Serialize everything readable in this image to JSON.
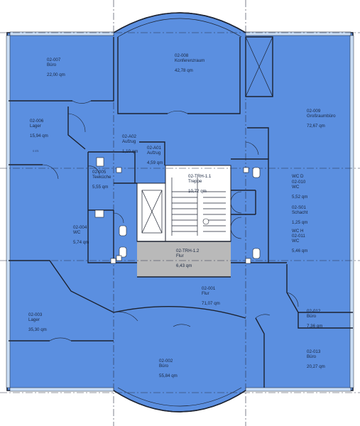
{
  "plan": {
    "colors": {
      "room_fill": "#5b8fe0",
      "core_fill": "#b9b9b9",
      "wall": "#1c2230",
      "window": "#c9ddf5",
      "background": "#ffffff"
    },
    "rooms": [
      {
        "key": "r007",
        "id": "02-007",
        "name": "Büro",
        "area": "22,00 qm"
      },
      {
        "key": "r008",
        "id": "02-008",
        "name": "Konferenzraum",
        "area": "42,78 qm"
      },
      {
        "key": "r009",
        "id": "02-009",
        "name": "Großraumbüro",
        "area": "72,67 qm"
      },
      {
        "key": "r006",
        "id": "02-006",
        "name": "Lager",
        "area": "15,94 qm"
      },
      {
        "key": "rA02",
        "id": "02-A02",
        "name": "Aufzug",
        "area": "1,10 qm"
      },
      {
        "key": "rA01",
        "id": "02-A01",
        "name": "Aufzug",
        "area": "4,59 qm"
      },
      {
        "key": "r005",
        "id": "02-005",
        "name": "Teeküche",
        "area": "5,55 qm"
      },
      {
        "key": "rTRH11",
        "id": "02-TRH-1.1",
        "name": "Treppe",
        "area": "10,72 qm"
      },
      {
        "key": "r010",
        "id": "02-010",
        "name": "WC",
        "area": "5,52 qm"
      },
      {
        "key": "rS01",
        "id": "02-S01",
        "name": "Schacht",
        "area": "1,25 qm"
      },
      {
        "key": "r011",
        "id": "02-011",
        "name": "WC",
        "area": "5,46 qm"
      },
      {
        "key": "r004",
        "id": "02-004",
        "name": "WC",
        "area": "5,74 qm"
      },
      {
        "key": "rTRH12",
        "id": "02-TRH-1.2",
        "name": "Flur",
        "area": "6,43 qm"
      },
      {
        "key": "r001",
        "id": "02-001",
        "name": "Flur",
        "area": "71,07 qm"
      },
      {
        "key": "r003",
        "id": "02-003",
        "name": "Lager",
        "area": "35,30 qm"
      },
      {
        "key": "r012",
        "id": "02-012",
        "name": "Büro",
        "area": "7,36 qm"
      },
      {
        "key": "r013",
        "id": "02-013",
        "name": "Büro",
        "area": "20,27 qm"
      },
      {
        "key": "r002",
        "id": "02-002",
        "name": "Büro",
        "area": "55,84 qm"
      }
    ],
    "marks": {
      "wc_d": "WC D",
      "wc_h": "WC H",
      "s075": "S 075"
    }
  }
}
